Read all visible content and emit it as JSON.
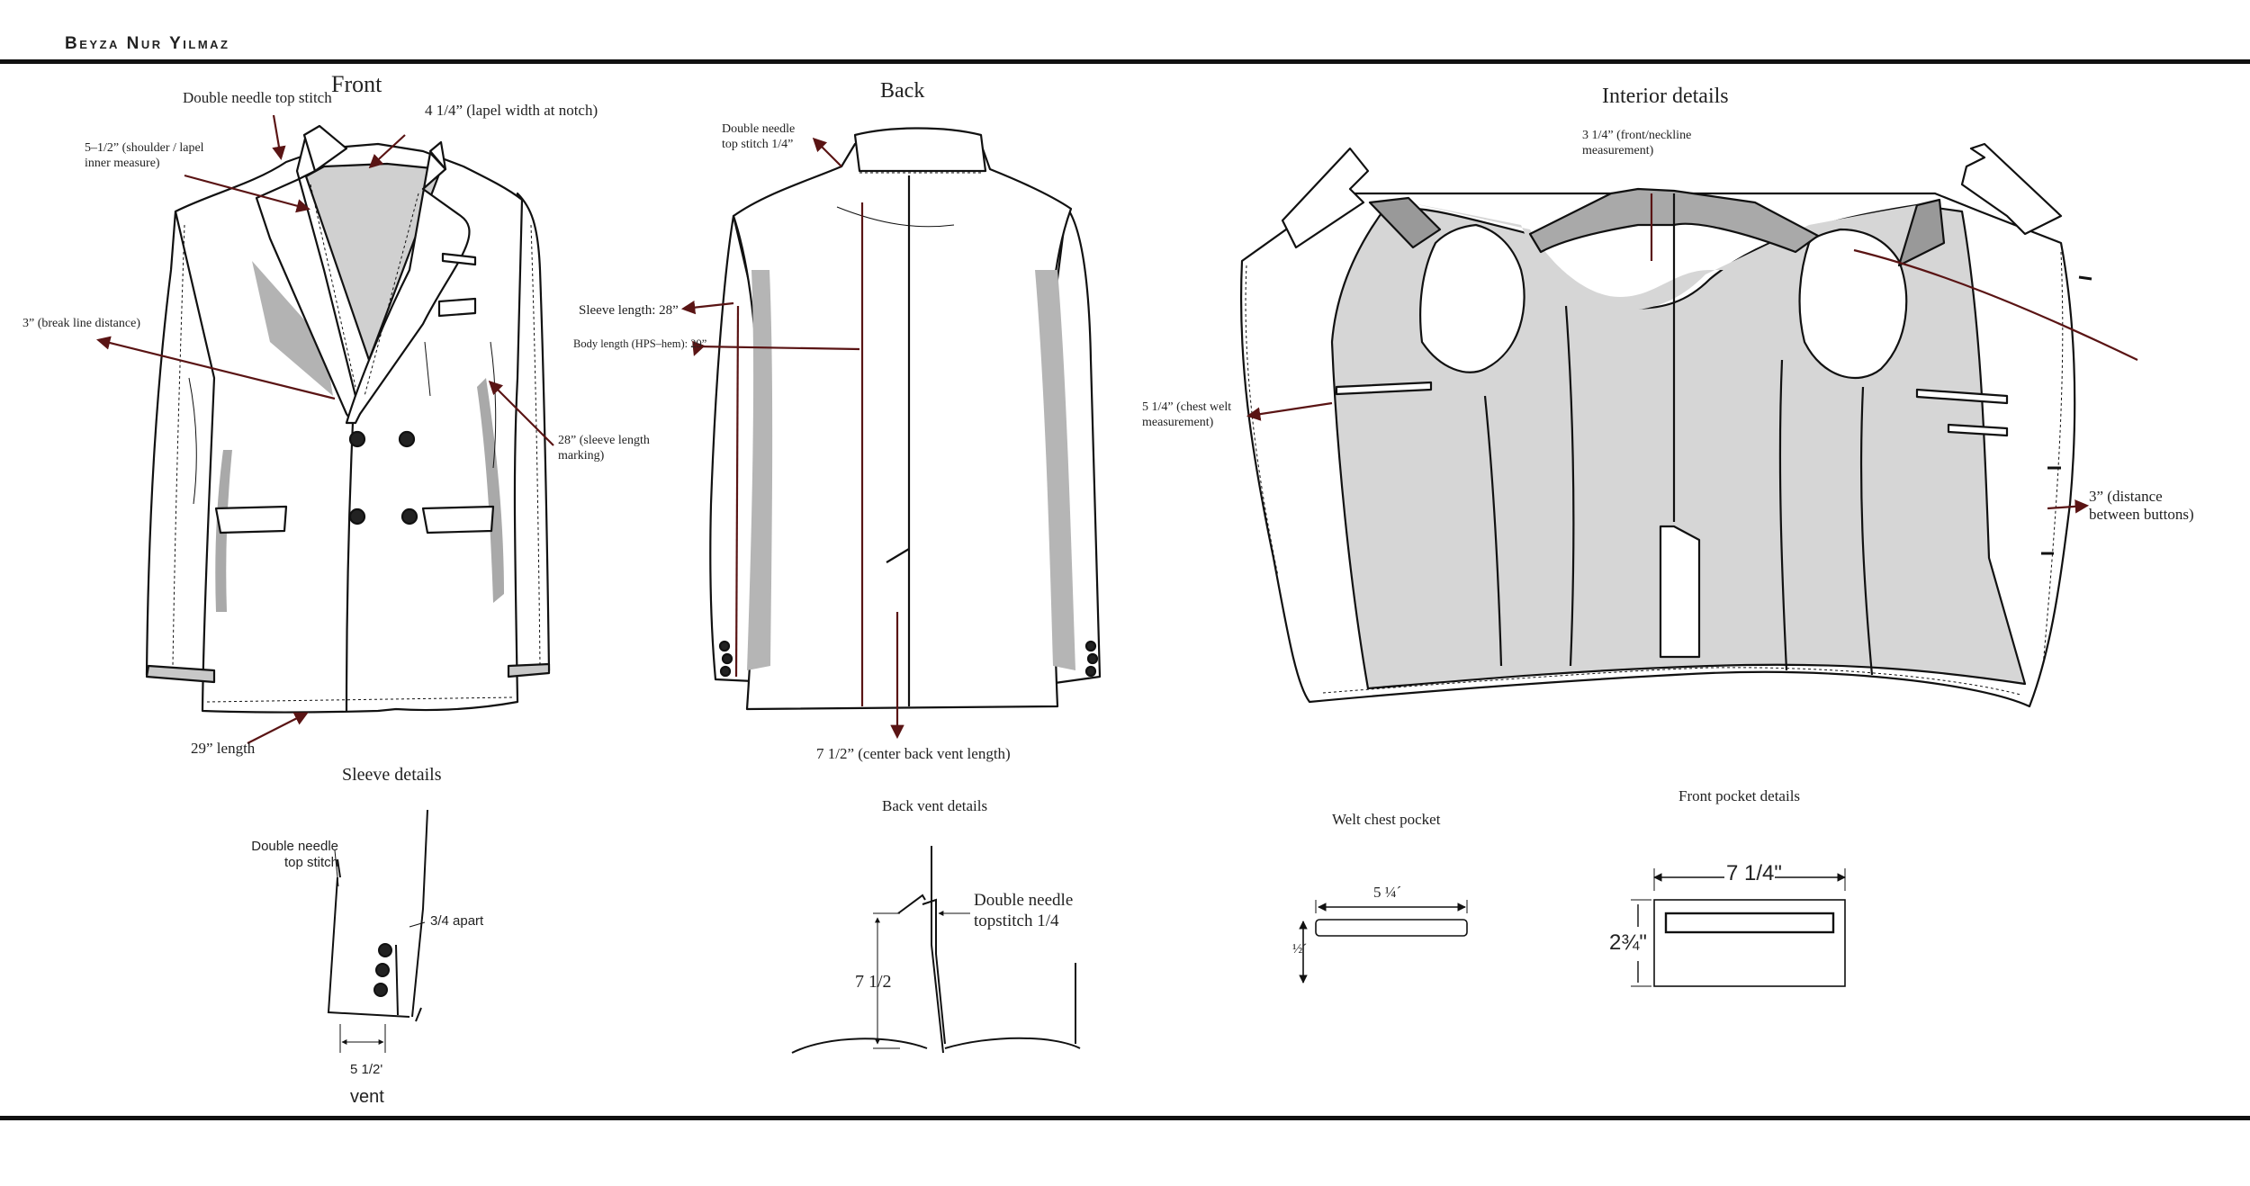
{
  "header": {
    "designer": "Beyza Nur Yilmaz"
  },
  "front": {
    "title": "Front",
    "double_needle": "Double needle top stitch",
    "lapel_width": "4 1/4” (lapel width at notch)",
    "shoulder_lapel": "5–1/2” (shoulder / lapel\ninner measure)",
    "break_line": "3” (break line distance)",
    "sleeve_mark": "28” (sleeve length\nmarking)",
    "length": "29” length"
  },
  "back": {
    "title": "Back",
    "double_needle": "Double needle\ntop stitch 1/4”",
    "sleeve_length": "Sleeve length: 28”",
    "body_length": "Body length (HPS–hem): 29”",
    "vent_length": "7 1/2” (center back vent length)"
  },
  "interior": {
    "title": "Interior details",
    "neckline": "3 1/4” (front/neckline\nmeasurement)",
    "chest_welt": "5 1/4” (chest welt\nmeasurement)",
    "buttons": "3” (distance\nbetween buttons)"
  },
  "sleeve_details": {
    "title": "Sleeve details",
    "double_needle": "Double needle\ntop stitch",
    "apart": "3/4 apart",
    "width": "5 1/2'",
    "vent": "vent"
  },
  "back_vent_details": {
    "title": "Back vent details",
    "topstitch": "Double needle\ntopstitch 1/4",
    "height": "7 1/2"
  },
  "welt_chest_pocket": {
    "title": "Welt chest pocket",
    "width": "5 ¼´",
    "height": "½´"
  },
  "front_pocket": {
    "title": "Front pocket details",
    "width": "7 1/4\"",
    "height": "2¾\""
  },
  "colors": {
    "arrow": "#5a1414",
    "lining": "#d6d6d6",
    "shade": "#a9a9a9",
    "ink": "#111111"
  }
}
